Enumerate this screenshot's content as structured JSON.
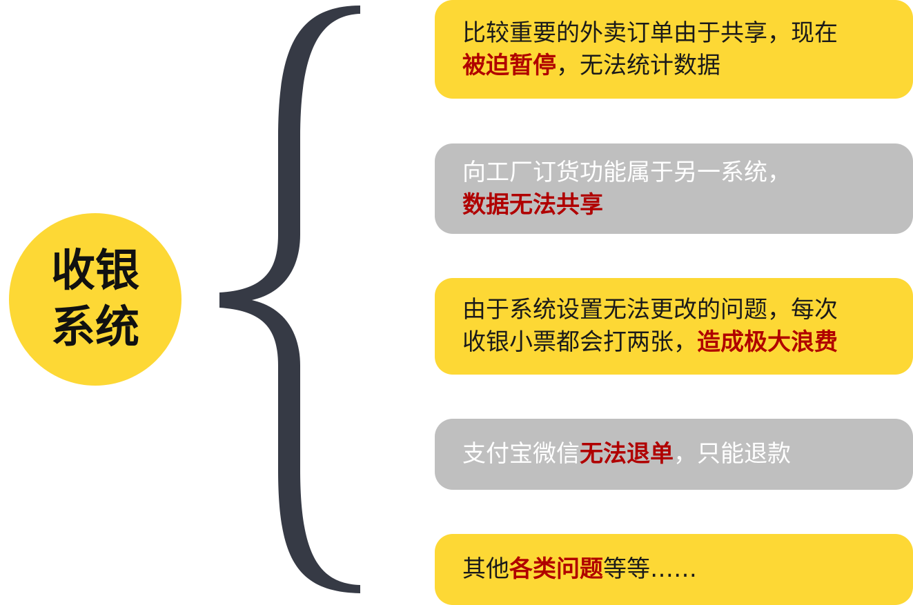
{
  "center": {
    "line1": "收银",
    "line2": "系统"
  },
  "colors": {
    "yellow": "#FDD835",
    "gray": "#BFBFBF",
    "highlight_red": "#B00000",
    "brace": "#363A45"
  },
  "cards": [
    {
      "style": "yellow",
      "segments": [
        {
          "text": "比较重要的外卖订单由于共享，现在",
          "highlight": false
        },
        {
          "text": "\n",
          "highlight": false
        },
        {
          "text": "被迫暂停",
          "highlight": true
        },
        {
          "text": "，无法统计数据",
          "highlight": false
        }
      ]
    },
    {
      "style": "gray",
      "segments": [
        {
          "text": "向工厂订货功能属于另一系统，",
          "highlight": false
        },
        {
          "text": "\n",
          "highlight": false
        },
        {
          "text": "数据无法共享",
          "highlight": true
        }
      ]
    },
    {
      "style": "yellow",
      "segments": [
        {
          "text": "由于系统设置无法更改的问题，每次",
          "highlight": false
        },
        {
          "text": "\n",
          "highlight": false
        },
        {
          "text": "收银小票都会打两张，",
          "highlight": false
        },
        {
          "text": "造成极大浪费",
          "highlight": true
        }
      ]
    },
    {
      "style": "gray",
      "segments": [
        {
          "text": "支付宝微信",
          "highlight": false
        },
        {
          "text": "无法退单",
          "highlight": true
        },
        {
          "text": "，只能退款",
          "highlight": false
        }
      ]
    },
    {
      "style": "yellow",
      "segments": [
        {
          "text": "其他",
          "highlight": false
        },
        {
          "text": "各类问题",
          "highlight": true
        },
        {
          "text": "等等……",
          "highlight": false
        }
      ]
    }
  ]
}
